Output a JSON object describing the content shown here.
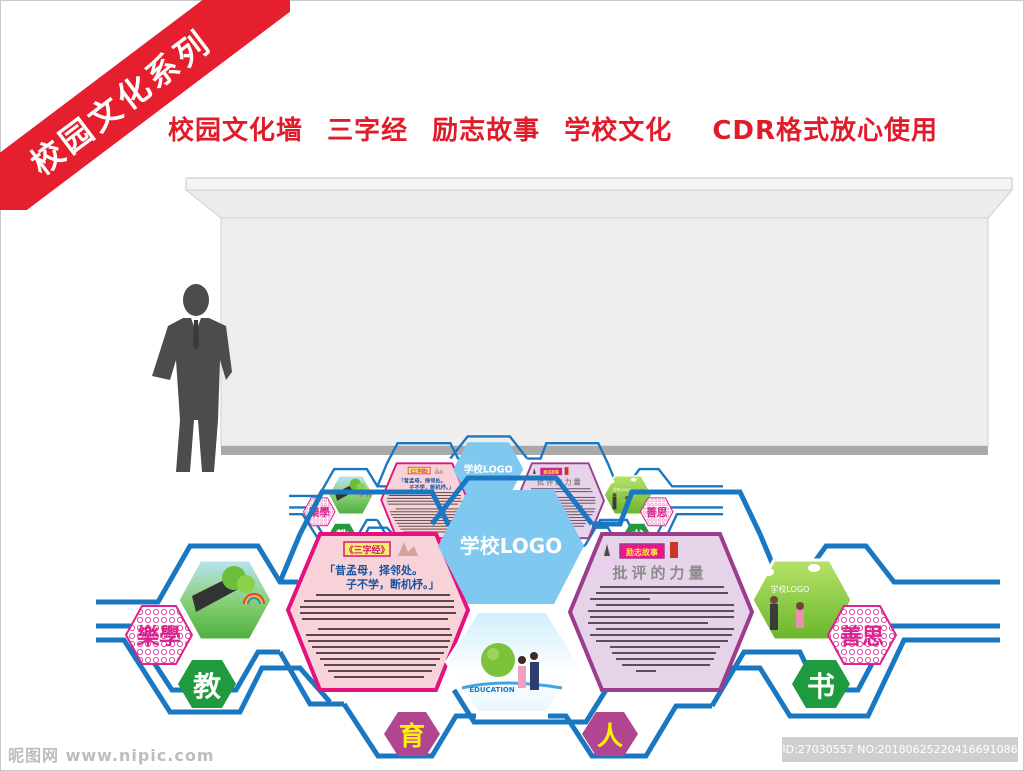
{
  "banner": {
    "ribbon_text": "校园文化系列",
    "headline": [
      "校园文化墙",
      "三字经",
      "励志故事",
      "学校文化",
      "CDR格式放心使用"
    ]
  },
  "colors": {
    "ribbon_red": "#e51f2d",
    "frame_blue": "#1a78c2",
    "logo_blue": "#7fc8f0",
    "pink_border": "#e3127f",
    "pink_fill": "#f7d3d9",
    "purple_border": "#9b3d8c",
    "purple_fill": "#e6d3ea",
    "green_badge": "#1f9a3e",
    "magenta_badge": "#b1458f",
    "yellow_text": "#fff200",
    "wall_gray": "#eeeeee",
    "silhouette": "#4d4b4b"
  },
  "wall": {
    "logo_text": "学校LOGO",
    "education_label": "EDUCATION",
    "small_logo_text": "学校LOGO",
    "badges": {
      "left_ornament": "樂學",
      "right_ornament": "善思",
      "jiao": "教",
      "yu": "育",
      "ren": "人",
      "shu": "书"
    },
    "panel_left": {
      "tag": "《三字经》",
      "quote_line1": "「昔孟母，择邻处。",
      "quote_line2": "子不学，断机杼。」",
      "body": [
        "孟子小时候家离墓地很近，常常玩办理丧事的游戏，孟母于是搬迁到集市旁边，孟子又做学好商卖东西的游戏。孟母又搬家到学堂旁边，于是，孟子就又做根据让食物的礼仪的游戏，他母亲说：“这里可以用来安顿我的儿子。”他们就在那里住了下来，这就是著名的孟母三迁。",
        "有一天孟子读书厌倦了，就跑出学堂去玩，回家母亲知道，就把织布的梭子折断，孟子很奇怪，问母亲为什么生气，母亲说：“布要一寸一寸地织，才能织成，但是如果把梭子折断了，还能织成一匹布吗？你的学业也一样啊，你还没有学成就厌倦了，怎么能够成为有用的人呢！”孟子听了，明白了做学问的道理，从此发奋学习，终于成为一代大师。"
      ]
    },
    "panel_right": {
      "tag": "励志故事",
      "title": "批评的力量",
      "body": [
        "一个学习绘画的人在学艺途中将自己的画作之作以1000元标价出售，他们的第一位顾客却说了一句相同的话：“您的画和您是不了那么多吧”",
        "其中一个人听了后，对自己的画评都很重，最终以20000元售出，他经过后来的刻苦努力，成为著名的画家，他就是了托列托。",
        "另一个听后只是轻轻地将画撕掉，而从此改行，学习雕塑而成为一代宗师，他就是著名雕塑家杨潘之。",
        "第三个呢，认为自己的画成许真的不值那个价，便降低了要求，以500元售出。至今，他也只是一个三流的画家，以卖画糊口，过着流浪的生活，他一直就生活在我们的身边。",
        "这就是批评的力量，批评有时是动力，激发人向上的欲望；有时是转折，指引走向另一个成功的巅峰；有时是毒药，一不小心会毁了人的一生。",
        "而其实，最关键的是，每个人面对批评的心态。"
      ]
    }
  },
  "watermarks": {
    "left": "昵图网 www.nipic.com",
    "right": "ID:27030557 NO:20180625220416691086",
    "bottom": "ID:27030557 NO:20180625220416691086"
  }
}
